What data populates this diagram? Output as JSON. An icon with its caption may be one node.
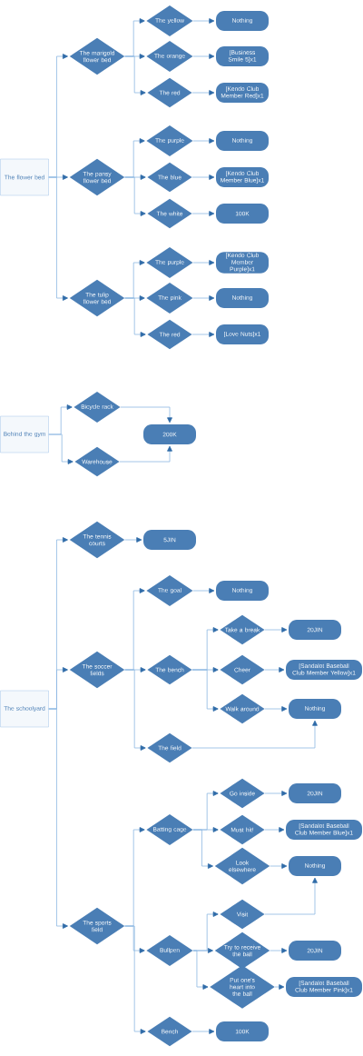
{
  "diagram": {
    "nodes": [
      {
        "text": [
          "The flower bed"
        ]
      },
      {
        "text": [
          "The marigold flower bed"
        ]
      },
      {
        "text": [
          "The yellow"
        ]
      },
      {
        "text": [
          "Nothing"
        ]
      },
      {
        "text": [
          "The orange"
        ]
      },
      {
        "text": [
          "[Business Smile 5]x1"
        ]
      },
      {
        "text": [
          "The red"
        ]
      },
      {
        "text": [
          "[Kendo Club Member Red]x1"
        ]
      },
      {
        "text": [
          "The pansy flower bed"
        ]
      },
      {
        "text": [
          "The purple"
        ]
      },
      {
        "text": [
          "Nothing"
        ]
      },
      {
        "text": [
          "The blue"
        ]
      },
      {
        "text": [
          "[Kendo Club Member Blue]x1"
        ]
      },
      {
        "text": [
          "The white"
        ]
      },
      {
        "text": [
          "100K"
        ]
      },
      {
        "text": [
          "The tulip flower bed"
        ]
      },
      {
        "text": [
          "The purple"
        ]
      },
      {
        "text": [
          "[Kendo Club Member Purple]x1"
        ]
      },
      {
        "text": [
          "The pink"
        ]
      },
      {
        "text": [
          "Nothing"
        ]
      },
      {
        "text": [
          "The red"
        ]
      },
      {
        "text": [
          "[Love Nuts]x1"
        ]
      },
      {
        "text": [
          "Behind the gym"
        ]
      },
      {
        "text": [
          "Bicycle rack"
        ]
      },
      {
        "text": [
          "Warehouse"
        ]
      },
      {
        "text": [
          "200K"
        ]
      },
      {
        "text": [
          "The schoolyard"
        ]
      },
      {
        "text": [
          "The tennis courts"
        ]
      },
      {
        "text": [
          "5JIN"
        ]
      },
      {
        "text": [
          "The soccer fields"
        ]
      },
      {
        "text": [
          "The goal"
        ]
      },
      {
        "text": [
          "Nothing"
        ]
      },
      {
        "text": [
          "The bench"
        ]
      },
      {
        "text": [
          "Take a break"
        ]
      },
      {
        "text": [
          "20JIN"
        ]
      },
      {
        "text": [
          "Cheer"
        ]
      },
      {
        "text": [
          "[Sandalot Baseball Club Member Yellow]x1"
        ]
      },
      {
        "text": [
          "Walk around"
        ]
      },
      {
        "text": [
          "Nothing"
        ]
      },
      {
        "text": [
          "The field"
        ]
      },
      {
        "text": [
          "The sports field"
        ]
      },
      {
        "text": [
          "Batting cage"
        ]
      },
      {
        "text": [
          "Go inside"
        ]
      },
      {
        "text": [
          "20JIN"
        ]
      },
      {
        "text": [
          "Must hit!"
        ]
      },
      {
        "text": [
          "[Sandalot Baseball Club Member Blue]x1"
        ]
      },
      {
        "text": [
          "Look elsewhere"
        ]
      },
      {
        "text": [
          "Nothing"
        ]
      },
      {
        "text": [
          "Bullpen"
        ]
      },
      {
        "text": [
          "Visit"
        ]
      },
      {
        "text": [
          "Try to receive the ball"
        ]
      },
      {
        "text": [
          "20JIN"
        ]
      },
      {
        "text": [
          "Put one's heart into the ball"
        ]
      },
      {
        "text": [
          "[Sandalot Baseball Club Member Pink]x1"
        ]
      },
      {
        "text": [
          "Bench"
        ]
      },
      {
        "text": [
          "100K"
        ]
      }
    ],
    "edges": [
      {
        "from": 0,
        "to": 1,
        "arrow": "to"
      },
      {
        "from": 1,
        "to": 2,
        "arrow": "to"
      },
      {
        "from": 2,
        "to": 3,
        "arrow": "to"
      },
      {
        "from": 1,
        "to": 4,
        "arrow": "to"
      },
      {
        "from": 4,
        "to": 5,
        "arrow": "to"
      },
      {
        "from": 1,
        "to": 6,
        "arrow": "to"
      },
      {
        "from": 6,
        "to": 7,
        "arrow": "to"
      },
      {
        "from": 0,
        "to": 8,
        "arrow": "to"
      },
      {
        "from": 8,
        "to": 9,
        "arrow": "to"
      },
      {
        "from": 9,
        "to": 10,
        "arrow": "to"
      },
      {
        "from": 8,
        "to": 11,
        "arrow": "to"
      },
      {
        "from": 11,
        "to": 12,
        "arrow": "to"
      },
      {
        "from": 8,
        "to": 13,
        "arrow": "to"
      },
      {
        "from": 13,
        "to": 14,
        "arrow": "to"
      },
      {
        "from": 0,
        "to": 15,
        "arrow": "to"
      },
      {
        "from": 15,
        "to": 16,
        "arrow": "to"
      },
      {
        "from": 16,
        "to": 17,
        "arrow": "to"
      },
      {
        "from": 15,
        "to": 18,
        "arrow": "to"
      },
      {
        "from": 18,
        "to": 19,
        "arrow": "to"
      },
      {
        "from": 15,
        "to": 20,
        "arrow": "to"
      },
      {
        "from": 20,
        "to": 21,
        "arrow": "to"
      },
      {
        "from": 22,
        "to": 23,
        "arrow": "to"
      },
      {
        "from": 22,
        "to": 24,
        "arrow": "to"
      },
      {
        "from": 23,
        "to": 25,
        "arrow": "to"
      },
      {
        "from": 24,
        "to": 25,
        "arrow": "to"
      },
      {
        "from": 26,
        "to": 27,
        "arrow": "to"
      },
      {
        "from": 27,
        "to": 28,
        "arrow": "to"
      },
      {
        "from": 26,
        "to": 29,
        "arrow": "to"
      },
      {
        "from": 29,
        "to": 30,
        "arrow": "to"
      },
      {
        "from": 30,
        "to": 31,
        "arrow": "to"
      },
      {
        "from": 29,
        "to": 32,
        "arrow": "to"
      },
      {
        "from": 32,
        "to": 33,
        "arrow": "to"
      },
      {
        "from": 33,
        "to": 34,
        "arrow": "to"
      },
      {
        "from": 32,
        "to": 35,
        "arrow": "to"
      },
      {
        "from": 35,
        "to": 36,
        "arrow": "to"
      },
      {
        "from": 32,
        "to": 37,
        "arrow": "to"
      },
      {
        "from": 37,
        "to": 38,
        "arrow": "to"
      },
      {
        "from": 29,
        "to": 39,
        "arrow": "to"
      },
      {
        "from": 39,
        "to": 38,
        "arrow": "to"
      },
      {
        "from": 26,
        "to": 40,
        "arrow": "to"
      },
      {
        "from": 40,
        "to": 41,
        "arrow": "to"
      },
      {
        "from": 41,
        "to": 42,
        "arrow": "to"
      },
      {
        "from": 42,
        "to": 43,
        "arrow": "to"
      },
      {
        "from": 41,
        "to": 44,
        "arrow": "to"
      },
      {
        "from": 44,
        "to": 45,
        "arrow": "to"
      },
      {
        "from": 41,
        "to": 46,
        "arrow": "to"
      },
      {
        "from": 46,
        "to": 47,
        "arrow": "to"
      },
      {
        "from": 40,
        "to": 48,
        "arrow": "to"
      },
      {
        "from": 48,
        "to": 49,
        "arrow": "to"
      },
      {
        "from": 49,
        "to": 47,
        "arrow": "to"
      },
      {
        "from": 48,
        "to": 50,
        "arrow": "to"
      },
      {
        "from": 50,
        "to": 51,
        "arrow": "to"
      },
      {
        "from": 48,
        "to": 52,
        "arrow": "to"
      },
      {
        "from": 52,
        "to": 53,
        "arrow": "to"
      },
      {
        "from": 40,
        "to": 54,
        "arrow": "to"
      },
      {
        "from": 54,
        "to": 55,
        "arrow": "to"
      }
    ]
  }
}
